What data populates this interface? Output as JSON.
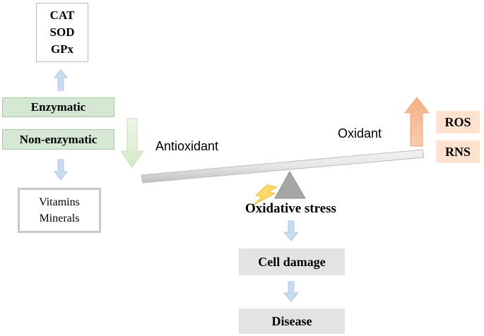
{
  "enzymatic_examples": [
    "CAT",
    "SOD",
    "GPx"
  ],
  "enzymatic_label": "Enzymatic",
  "non_enzymatic_label": "Non-enzymatic",
  "non_enzymatic_examples": [
    "Vitamins",
    "Minerals"
  ],
  "antioxidant_label": "Antioxidant",
  "oxidant_label": "Oxidant",
  "oxidant_species": [
    "ROS",
    "RNS"
  ],
  "oxidative_stress_label": "Oxidative stress",
  "cell_damage_label": "Cell damage",
  "disease_label": "Disease",
  "colors": {
    "green_fill": "#d5e8d4",
    "green_border": "#a9c9a4",
    "gray_fill": "#e3e3e3",
    "gray_border": "#b9b9b9",
    "orange_fill": "#fde2cf",
    "orange_arrow": "#f4b183",
    "blue_arrow": "#c9dbf0",
    "green_arrow": "#e2efd9",
    "fulcrum": "#a6a6a6",
    "lightning": "#ffd966"
  },
  "icons": [
    "up-arrow-icon",
    "down-arrow-icon",
    "lightning-icon",
    "fulcrum-triangle-icon",
    "seesaw-beam-icon"
  ]
}
